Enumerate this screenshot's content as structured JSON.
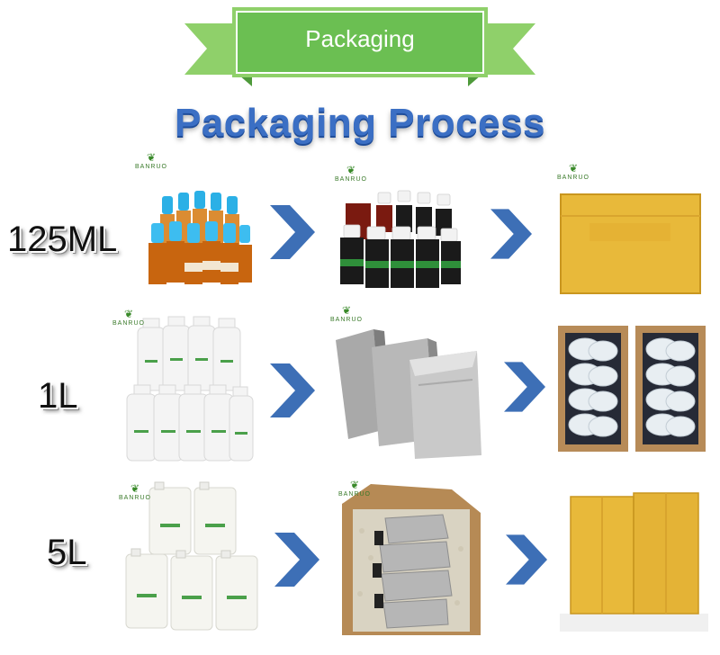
{
  "banner": {
    "label": "Packaging"
  },
  "title": "Packaging Process",
  "rows": [
    {
      "size": "125ML"
    },
    {
      "size": "1L"
    },
    {
      "size": "5L"
    }
  ],
  "brand": "BANRUO",
  "colors": {
    "banner_green": "#8fd06a",
    "banner_dark": "#4e9a3a",
    "title_blue": "#3b6fc4",
    "arrow_blue": "#3d6fb6",
    "carton_yellow": "#e8b93a"
  }
}
